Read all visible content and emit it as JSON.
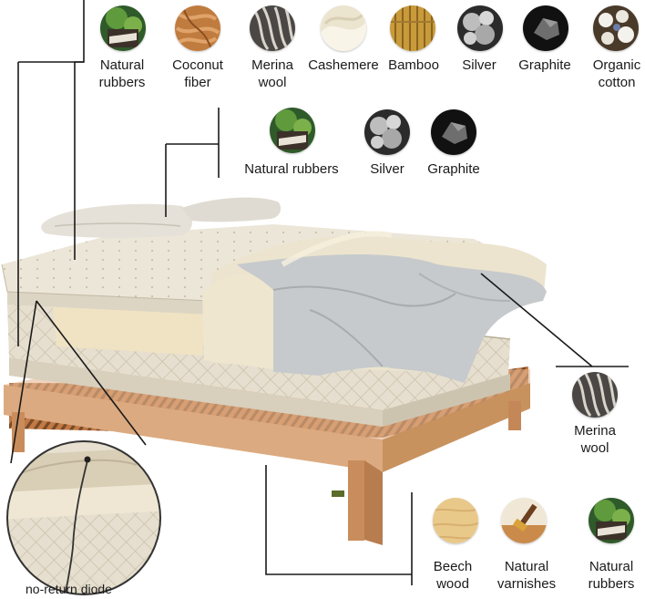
{
  "top_row": [
    {
      "label": "Natural\nrubbers",
      "icon": "natural-rubber-icon"
    },
    {
      "label": "Coconut\nfiber",
      "icon": "coconut-fiber-icon"
    },
    {
      "label": "Merina\nwool",
      "icon": "merina-wool-icon"
    },
    {
      "label": "Cashemere",
      "icon": "cashmere-icon"
    },
    {
      "label": "Bamboo",
      "icon": "bamboo-icon"
    },
    {
      "label": "Silver",
      "icon": "silver-icon"
    },
    {
      "label": "Graphite",
      "icon": "graphite-icon"
    },
    {
      "label": "Organic\ncotton",
      "icon": "organic-cotton-icon"
    }
  ],
  "pillow_row": [
    {
      "label": "Natural rubbers",
      "icon": "natural-rubber-icon"
    },
    {
      "label": "Silver",
      "icon": "silver-icon"
    },
    {
      "label": "Graphite",
      "icon": "graphite-icon"
    }
  ],
  "side_item": {
    "label": "Merina\nwool",
    "icon": "merina-wool-icon"
  },
  "frame_row": [
    {
      "label": "Beech\nwood",
      "icon": "beech-wood-icon"
    },
    {
      "label": "Natural\nvarnishes",
      "icon": "varnish-icon"
    },
    {
      "label": "Natural\nrubbers",
      "icon": "natural-rubber-icon"
    }
  ],
  "detail_caption": "no-return diode",
  "colors": {
    "mattress": "#e9e3d6",
    "quilt": "#d8d0bf",
    "wool": "#ede6d2",
    "sheet": "#c9cbcc",
    "frame": "#d9a57a",
    "slats": "#b9703e",
    "line": "#1a1a1a"
  }
}
